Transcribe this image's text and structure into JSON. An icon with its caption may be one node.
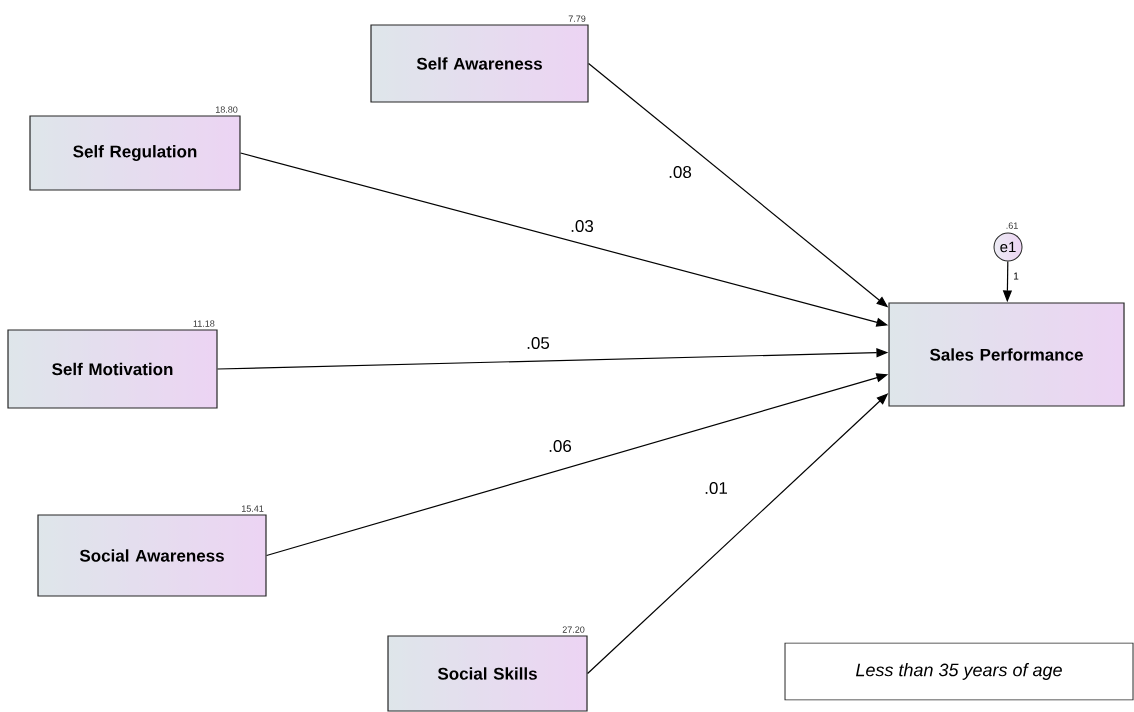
{
  "diagram": {
    "nodes": [
      {
        "text": [
          "Self Awareness"
        ],
        "beside": [
          "7.79"
        ]
      },
      {
        "text": [
          "Self Regulation"
        ],
        "beside": [
          "18.80"
        ]
      },
      {
        "text": [
          "Self Motivation"
        ],
        "beside": [
          "11.18"
        ]
      },
      {
        "text": [
          "Social Awareness"
        ],
        "beside": [
          "15.41"
        ]
      },
      {
        "text": [
          "Social Skills"
        ],
        "beside": [
          "27.20"
        ]
      },
      {
        "text": [
          "e1"
        ],
        "beside": [
          ".61"
        ]
      },
      {
        "text": [
          "Sales Performance"
        ]
      },
      {
        "text": [
          "Less than 35 years of age"
        ]
      }
    ],
    "edges": [
      {
        "from": 0,
        "to": 6,
        "arrow": "to",
        "label": ".08"
      },
      {
        "from": 1,
        "to": 6,
        "arrow": "to",
        "label": ".03"
      },
      {
        "from": 2,
        "to": 6,
        "arrow": "to",
        "label": ".05"
      },
      {
        "from": 3,
        "to": 6,
        "arrow": "to",
        "label": ".06"
      },
      {
        "from": 4,
        "to": 6,
        "arrow": "to",
        "label": ".01"
      },
      {
        "from": 5,
        "to": 6,
        "arrow": "to",
        "label": "1"
      }
    ]
  }
}
